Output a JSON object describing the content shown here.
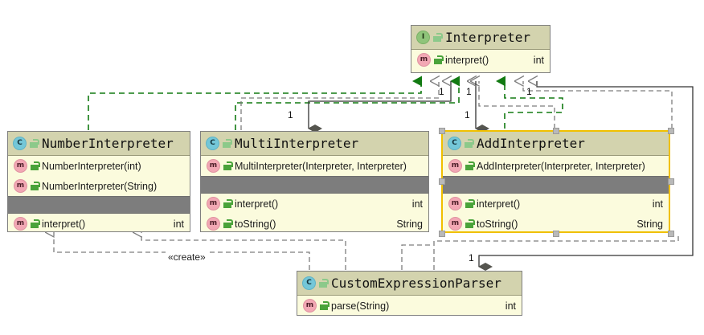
{
  "diagram": {
    "kind": "uml-class-diagram",
    "colors": {
      "header_fill": "#d3d3ae",
      "body_fill": "#fbfbdd",
      "divider_band": "#7d7d7d",
      "border": "#808080",
      "selection_border": "#f0c000",
      "realization_edge": "#1a7a1a",
      "dependency_edge": "#7a7a7a",
      "composition_edge": "#333333",
      "class_icon": "#74c7d8",
      "interface_icon": "#8fc47a",
      "method_icon": "#f2a8b4"
    },
    "classes": [
      {
        "id": "interpreter",
        "name": "Interpreter",
        "stereotype_icon": "interface-icon",
        "kind_letter": "I",
        "visibility_icon": "public-lock-icon",
        "selected": false,
        "constructors": [],
        "has_divider": false,
        "methods": [
          {
            "name": "interpret()",
            "return": "int",
            "icon": "method-icon",
            "visibility_icon": "public-lock-icon"
          }
        ]
      },
      {
        "id": "numberinterpreter",
        "name": "NumberInterpreter",
        "stereotype_icon": "class-icon",
        "kind_letter": "C",
        "visibility_icon": "public-lock-icon",
        "selected": false,
        "has_divider": true,
        "constructors": [
          {
            "name": "NumberInterpreter(int)",
            "return": "",
            "icon": "method-icon",
            "visibility_icon": "public-lock-icon"
          },
          {
            "name": "NumberInterpreter(String)",
            "return": "",
            "icon": "method-icon",
            "visibility_icon": "public-lock-icon"
          }
        ],
        "methods": [
          {
            "name": "interpret()",
            "return": "int",
            "icon": "method-icon",
            "visibility_icon": "public-lock-icon"
          }
        ]
      },
      {
        "id": "multiinterpreter",
        "name": "MultiInterpreter",
        "stereotype_icon": "class-icon",
        "kind_letter": "C",
        "visibility_icon": "public-lock-icon",
        "selected": false,
        "has_divider": true,
        "constructors": [
          {
            "name": "MultiInterpreter(Interpreter, Interpreter)",
            "return": "",
            "icon": "method-icon",
            "visibility_icon": "public-lock-icon"
          }
        ],
        "methods": [
          {
            "name": "interpret()",
            "return": "int",
            "icon": "method-icon",
            "visibility_icon": "public-lock-icon"
          },
          {
            "name": "toString()",
            "return": "String",
            "icon": "method-icon",
            "visibility_icon": "public-lock-icon"
          }
        ]
      },
      {
        "id": "addinterpreter",
        "name": "AddInterpreter",
        "stereotype_icon": "class-icon",
        "kind_letter": "C",
        "visibility_icon": "public-lock-icon",
        "selected": true,
        "has_divider": true,
        "constructors": [
          {
            "name": "AddInterpreter(Interpreter, Interpreter)",
            "return": "",
            "icon": "method-icon",
            "visibility_icon": "public-lock-icon"
          }
        ],
        "methods": [
          {
            "name": "interpret()",
            "return": "int",
            "icon": "method-icon",
            "visibility_icon": "public-lock-icon"
          },
          {
            "name": "toString()",
            "return": "String",
            "icon": "method-icon",
            "visibility_icon": "public-lock-icon"
          }
        ]
      },
      {
        "id": "customexpressionparser",
        "name": "CustomExpressionParser",
        "stereotype_icon": "class-icon",
        "kind_letter": "C",
        "visibility_icon": "public-lock-icon",
        "selected": false,
        "has_divider": false,
        "constructors": [],
        "methods": [
          {
            "name": "parse(String)",
            "return": "int",
            "icon": "method-icon",
            "visibility_icon": "public-lock-icon"
          }
        ]
      }
    ],
    "edge_labels": [
      {
        "id": "m1",
        "text": "1"
      },
      {
        "id": "m2",
        "text": "1"
      },
      {
        "id": "m3",
        "text": "1"
      },
      {
        "id": "m4",
        "text": "1"
      },
      {
        "id": "m5",
        "text": "1"
      },
      {
        "id": "m6",
        "text": "1"
      },
      {
        "id": "create",
        "text": "«create»"
      }
    ]
  }
}
